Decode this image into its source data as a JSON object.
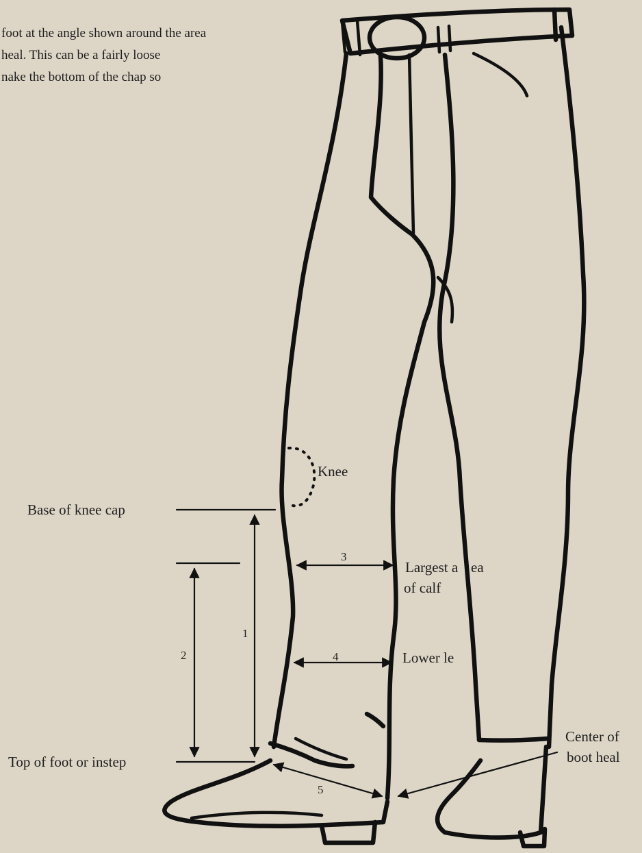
{
  "intro_text": [
    "foot at the angle shown around the area",
    "heal.  This can be a fairly loose",
    "nake the bottom of the chap so"
  ],
  "labels": {
    "knee": "Knee",
    "base_of_knee_cap": "Base of knee cap",
    "top_of_foot": "Top of foot or instep",
    "largest_area_line1": "Largest a",
    "largest_area_line1_end": "ea",
    "largest_area_line2": "of calf",
    "lower_leg": "Lower le",
    "center_of_line1": "Center of",
    "center_of_line2": "boot heal"
  },
  "measurements": {
    "m1": "1",
    "m2": "2",
    "m3": "3",
    "m4": "4",
    "m5": "5"
  }
}
